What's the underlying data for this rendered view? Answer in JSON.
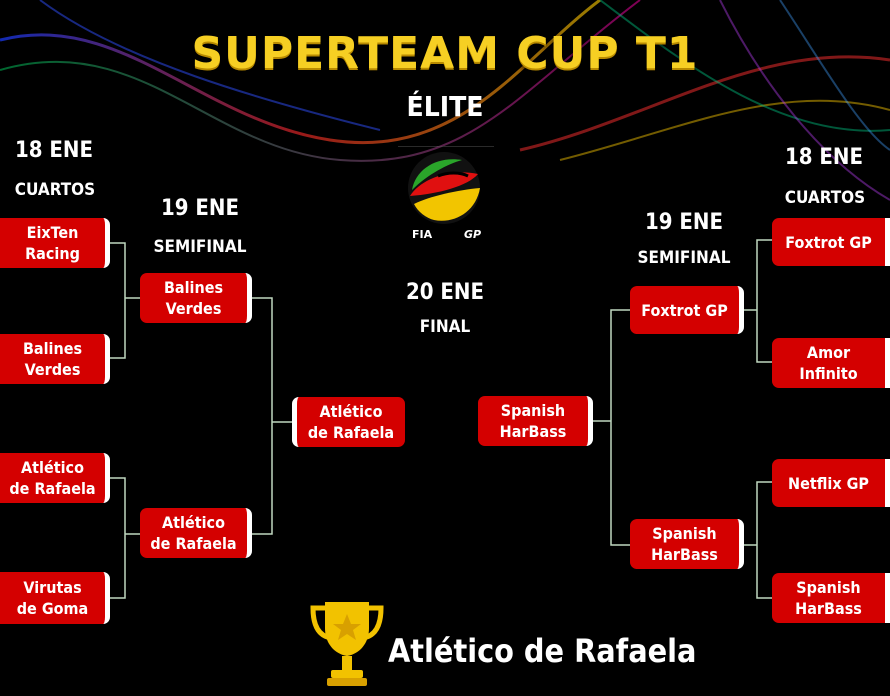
{
  "title": "SUPERTEAM CUP T1",
  "subtitle": "ÉLITE",
  "left": {
    "quarters": {
      "date": "18 ENE",
      "label": "CUARTOS",
      "teams": [
        "EixTen\nRacing",
        "Balines\nVerdes",
        "Atlético\nde Rafaela",
        "Virutas\nde Goma"
      ]
    },
    "semis": {
      "date": "19 ENE",
      "label": "SEMIFINAL",
      "teams": [
        "Balines\nVerdes",
        "Atlético\nde Rafaela"
      ]
    },
    "finalist": "Atlético\nde Rafaela"
  },
  "right": {
    "quarters": {
      "date": "18 ENE",
      "label": "CUARTOS",
      "teams": [
        "Foxtrot GP",
        "Amor\nInfinito",
        "Netflix GP",
        "Spanish\nHarBass"
      ]
    },
    "semis": {
      "date": "19 ENE",
      "label": "SEMIFINAL",
      "teams": [
        "Foxtrot GP",
        "Spanish\nHarBass"
      ]
    },
    "finalist": "Spanish\nHarBass"
  },
  "final": {
    "date": "20 ENE",
    "label": "FINAL"
  },
  "logo": {
    "fia": "FIA",
    "gp": "GP"
  },
  "champion": "Atlético de Rafaela",
  "colors": {
    "title": "#f6cf23",
    "team_box": "#d40000",
    "connector": "#bfd8bf",
    "background": "#000000"
  },
  "icons": [
    "trophy-icon",
    "event-logo-icon"
  ]
}
